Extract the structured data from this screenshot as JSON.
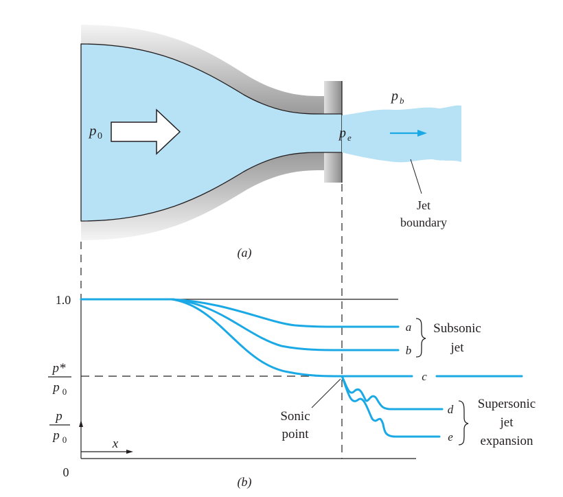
{
  "panel_a": {
    "caption": "(a)",
    "p0_label": "p",
    "p0_sub": "0",
    "pe_label": "p",
    "pe_sub": "e",
    "pb_label": "p",
    "pb_sub": "b",
    "jet_boundary_line1": "Jet",
    "jet_boundary_line2": "boundary"
  },
  "panel_b": {
    "caption": "(b)",
    "y_tick_one": "1.0",
    "y_tick_zero": "0",
    "pstar_num": "p*",
    "pstar_den": "p",
    "pstar_den_sub": "0",
    "yaxis_num": "p",
    "yaxis_den": "p",
    "yaxis_den_sub": "0",
    "x_label": "x",
    "curve_labels": [
      "a",
      "b",
      "c",
      "d",
      "e"
    ],
    "subsonic_line1": "Subsonic",
    "subsonic_line2": "jet",
    "supersonic_line1": "Supersonic",
    "supersonic_line2": "jet",
    "supersonic_line3": "expansion",
    "sonic_line1": "Sonic",
    "sonic_line2": "point"
  },
  "colors": {
    "fluid": "#b7e2f6",
    "curve": "#1ba9e6",
    "wall_dark": "#8c8c8c",
    "line": "#231f20"
  }
}
